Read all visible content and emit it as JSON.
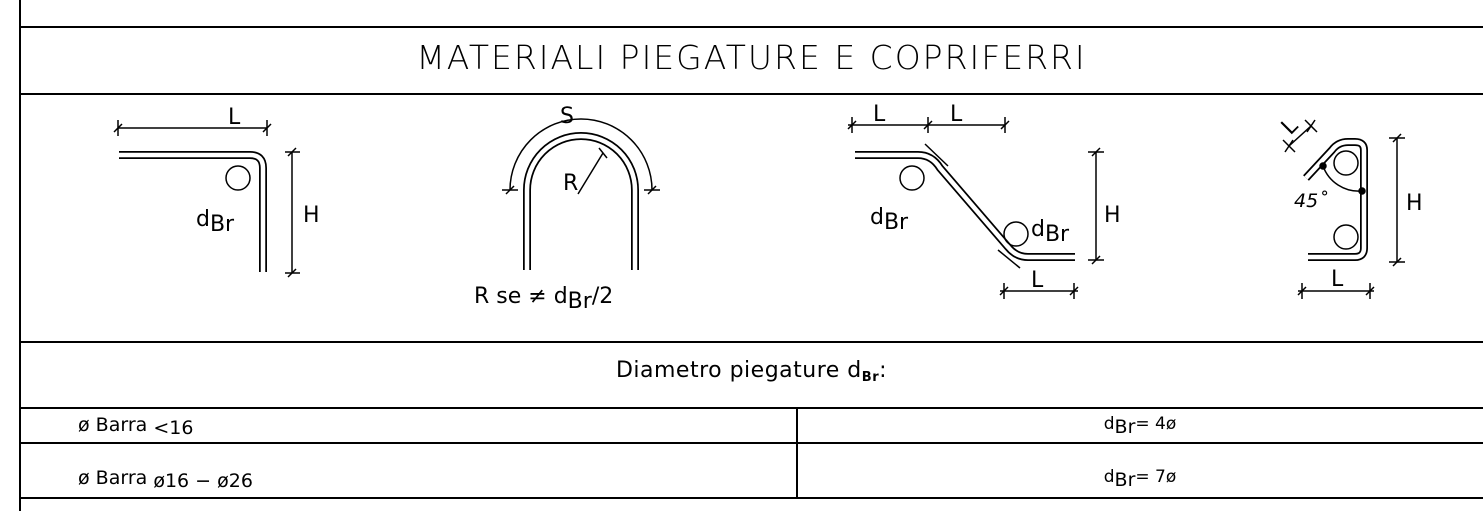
{
  "title": "MATERIALI PIEGATURE E COPRIFERRI",
  "diagrams": {
    "l_hook": {
      "length_label": "L",
      "height_label": "H",
      "d_main": "d",
      "d_sub": "Br"
    },
    "u_bend": {
      "arc_label": "S",
      "radius_label": "R",
      "caption_main": "R se ≠ d",
      "caption_sub": "Br",
      "caption_end": "/2"
    },
    "z_bend": {
      "l1": "L",
      "l2": "L",
      "l3": "L",
      "height_label": "H",
      "d_main": "d",
      "d_sub": "Br",
      "d2_main": "d",
      "d2_sub": "Br"
    },
    "stirrup": {
      "length_label": "L",
      "height_label": "H",
      "angle_label": "45˚",
      "l_hook_label": "L"
    }
  },
  "section": {
    "label_main": "Diametro piegature d",
    "label_sub": "Br",
    "label_end": ":"
  },
  "table": {
    "rows": [
      {
        "left_prefix": "ø Barra ",
        "left_value": "<16",
        "right_main": "d",
        "right_sub": "Br",
        "right_value": "= 4ø"
      },
      {
        "left_prefix": "ø Barra ",
        "left_value": "ø16 − ø26",
        "right_main": "d",
        "right_sub": "Br",
        "right_value": "= 7ø"
      }
    ]
  }
}
